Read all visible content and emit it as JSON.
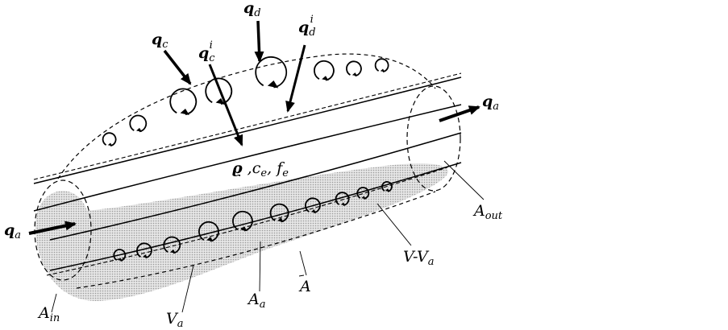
{
  "labels": {
    "q_c": {
      "base": "q",
      "sub": "c",
      "sup": ""
    },
    "q_c_i": {
      "base": "q",
      "sub": "c",
      "sup": "i"
    },
    "q_d": {
      "base": "q",
      "sub": "d",
      "sup": ""
    },
    "q_d_i": {
      "base": "q",
      "sub": "d",
      "sup": "i"
    },
    "q_a_out": {
      "base": "q",
      "sub": "a"
    },
    "q_a_in": {
      "base": "q",
      "sub": "a"
    },
    "props": {
      "rho": "ϱ",
      "sep1": " ,",
      "c": "c",
      "c_sub": "e",
      "sep2": ", ",
      "f": "f",
      "f_sub": "e"
    },
    "A_in": {
      "base": "A",
      "sub": "in"
    },
    "A_out": {
      "base": "A",
      "sub": "out"
    },
    "V_a": {
      "base": "V",
      "sub": "a"
    },
    "A_a": {
      "base": "A",
      "sub": "a"
    },
    "A": {
      "base": "A"
    },
    "V_minus_Va": {
      "base": "V-V",
      "sub": "a"
    }
  }
}
